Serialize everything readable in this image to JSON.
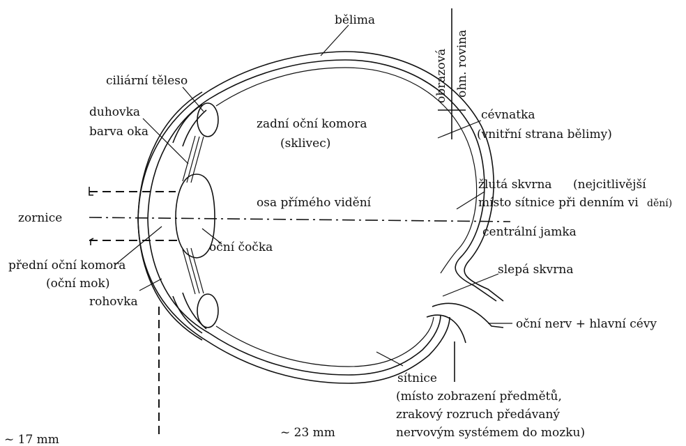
{
  "labels": {
    "belima": "bělima",
    "ciliarni_teleso": "ciliární těleso",
    "duhovka": "duhovka",
    "barva_oka": "barva oka",
    "zadni_komora": "zadní oční komora",
    "sklivec": "(sklivec)",
    "obrazova": "obrazová",
    "ohn_rovina": "ohn. rovina",
    "cevnatka": "cévnatka",
    "cevnatka_note": "(vnitřní strana bělimy)",
    "zluta_skvrna": "žlutá skvrna",
    "zluta_skvrna_note": "(nejcitlivější",
    "misto_sitnice_a": "místo sítnice při denním vi",
    "misto_sitnice_b": "dění)",
    "osa": "osa přímého vidění",
    "zornice": "zornice",
    "centralni_jamka": "centrální jamka",
    "ocni_cocka": "oční čočka",
    "predni_komora": "přední oční komora",
    "ocni_mok": "(oční mok)",
    "rohovka": "rohovka",
    "slepa_skvrna": "slepá skvrna",
    "ocni_nerv": "oční nerv + hlavní cévy",
    "sitnice": "sítnice",
    "sitnice_note_1": "(místo zobrazení předmětů,",
    "sitnice_note_2": "zrakový rozruch předávaný",
    "sitnice_note_3": "nervovým systémem do mozku)",
    "dim_17": "~ 17 mm",
    "dim_23": "~ 23 mm"
  }
}
